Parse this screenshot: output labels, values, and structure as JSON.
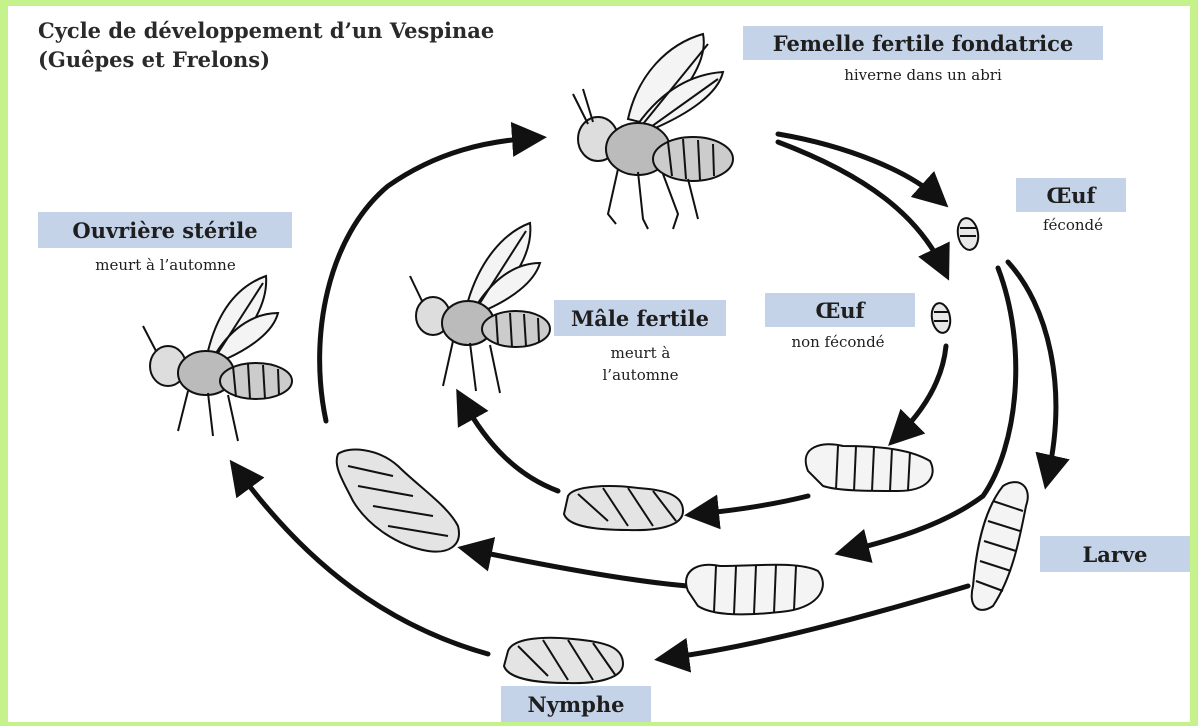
{
  "title": {
    "line1": "Cycle de développement d’un Vespinae",
    "line2": "(Guêpes et Frelons)"
  },
  "stages": {
    "femelle": {
      "label": "Femelle fertile fondatrice",
      "note": "hiverne dans un abri"
    },
    "oeuf_feconde": {
      "label": "Œuf",
      "note": "fécondé"
    },
    "oeuf_non_feconde": {
      "label": "Œuf",
      "note": "non fécondé"
    },
    "ouvriere": {
      "label": "Ouvrière stérile",
      "note": "meurt à l’automne"
    },
    "male": {
      "label": "Mâle fertile",
      "note_line1": "meurt à",
      "note_line2": "l’automne"
    },
    "larve": {
      "label": "Larve"
    },
    "nymphe": {
      "label": "Nymphe"
    }
  },
  "colors": {
    "label_bg": "#c5d3e8",
    "frame": "#c6f28c",
    "ink": "#111111"
  },
  "icons": [
    "wasp-queen-icon",
    "wasp-worker-icon",
    "wasp-male-icon",
    "egg-icon",
    "larva-icon",
    "pupa-icon"
  ]
}
